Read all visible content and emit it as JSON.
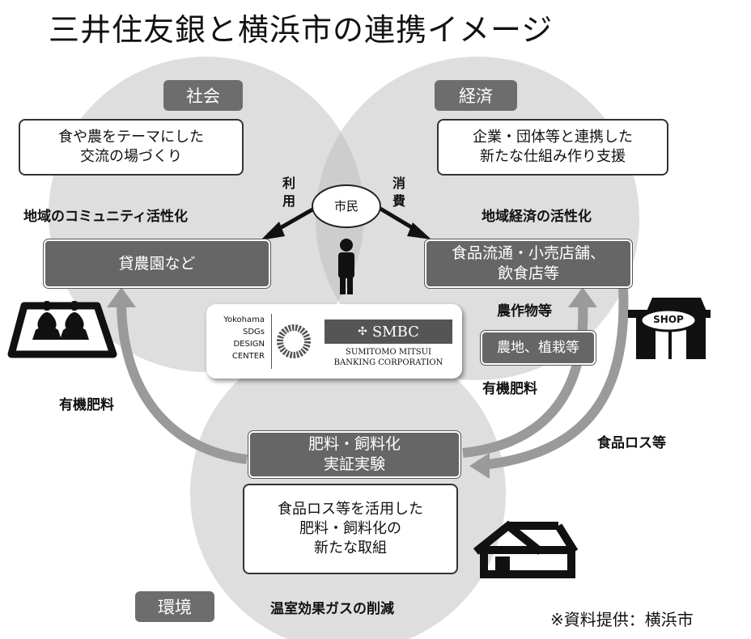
{
  "title": "三井住友銀と横浜市の連携イメージ",
  "domains": {
    "social": "社会",
    "economy": "経済",
    "environment": "環境"
  },
  "social_box": "食や農をテーマにした\n交流の場づくり",
  "economy_box": "企業・団体等と連携した\n新たな仕組み作り支援",
  "social_heading": "地域のコミュニティ活性化",
  "economy_heading": "地域経済の活性化",
  "citizen": "市民",
  "use_label": "利\n用",
  "consume_label": "消\n費",
  "farm_box": "貸農園など",
  "food_box": "食品流通・小売店舗、\n飲食店等",
  "crops_label": "農作物等",
  "farmland_box": "農地、植栽等",
  "organic_left": "有機肥料",
  "organic_right": "有機肥料",
  "food_loss_label": "食品ロス等",
  "verify_box": "肥料・飼料化\n実証実験",
  "initiative_box": "食品ロス等を活用した\n肥料・飼料化の\n新たな取組",
  "ghg_label": "温室効果ガスの削減",
  "logo": {
    "yokohama_lines": [
      "Yokohama",
      "SDGs",
      "DESIGN",
      "CENTER"
    ],
    "smbc": "SMBC",
    "smbc_sub1": "SUMITOMO MITSUI",
    "smbc_sub2": "BANKING CORPORATION"
  },
  "shop_sign": "SHOP",
  "source_note": "※資料提供：横浜市",
  "colors": {
    "circle": "#dedede",
    "overlap": "#cfcfcf",
    "center": "#bdbdbd",
    "dark_box": "#666666",
    "pill": "#6d6d6d"
  }
}
